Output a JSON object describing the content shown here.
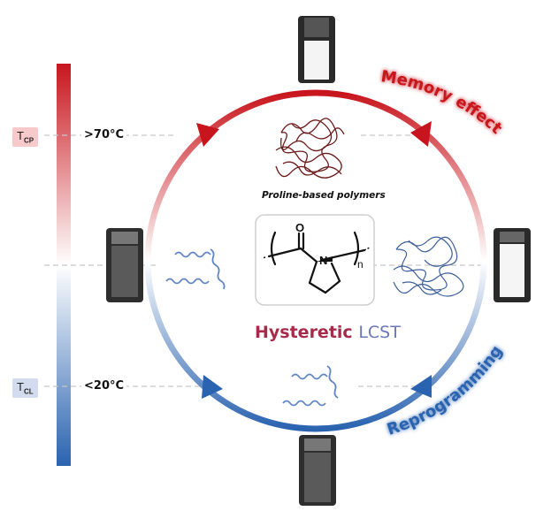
{
  "labels": {
    "tcp_main": "T",
    "tcp_sub": "CP",
    "tcl_main": "T",
    "tcl_sub": "CL",
    "high_temp": ">70°C",
    "low_temp": "<20°C",
    "polymer_caption": "Proline-based polymers",
    "hysteretic": "Hysteretic",
    "lcst": "LCST",
    "memory_effect": "Memory effect",
    "reprogramming": "Reprogramming",
    "subscript_n": "n",
    "atom_o": "O",
    "atom_n": "N"
  },
  "colors": {
    "hot": "#c8151d",
    "cold": "#2a63b0",
    "tcp_box": "#f7c9cb",
    "tcl_box": "#d3dcee",
    "hysteretic": "#a82a4a",
    "lcst": "#6a78b8"
  }
}
